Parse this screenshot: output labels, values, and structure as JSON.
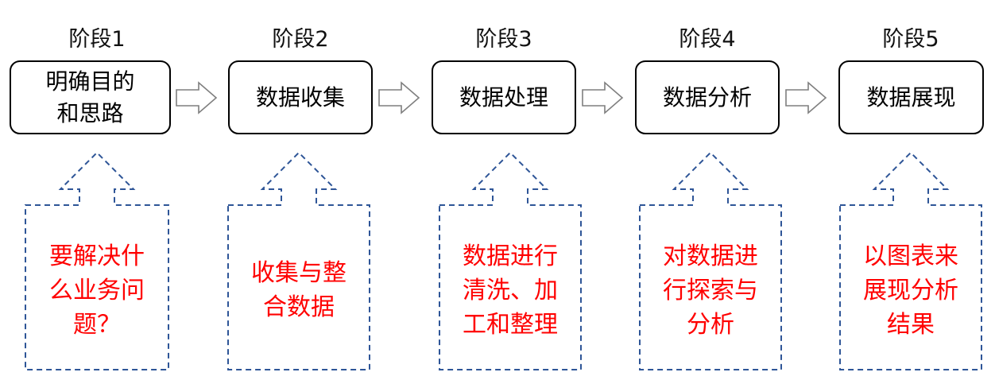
{
  "stages": [
    {
      "label": "阶段1",
      "title": "明确目的\n和思路",
      "description": "要解决什\n么业务问\n题？"
    },
    {
      "label": "阶段2",
      "title": "数据收集",
      "description": "收集与整\n合数据"
    },
    {
      "label": "阶段3",
      "title": "数据处理",
      "description": "数据进行\n清洗、加\n工和整理"
    },
    {
      "label": "阶段4",
      "title": "数据分析",
      "description": "对数据进\n行探索与\n分析"
    },
    {
      "label": "阶段5",
      "title": "数据展现",
      "description": "以图表来\n展现分析\n结果"
    }
  ],
  "colors": {
    "box_border": "#000000",
    "arrow_outline": "#7f7f7f",
    "dashed_outline": "#2e5597",
    "description_text": "#ff0000",
    "label_text": "#111111"
  }
}
